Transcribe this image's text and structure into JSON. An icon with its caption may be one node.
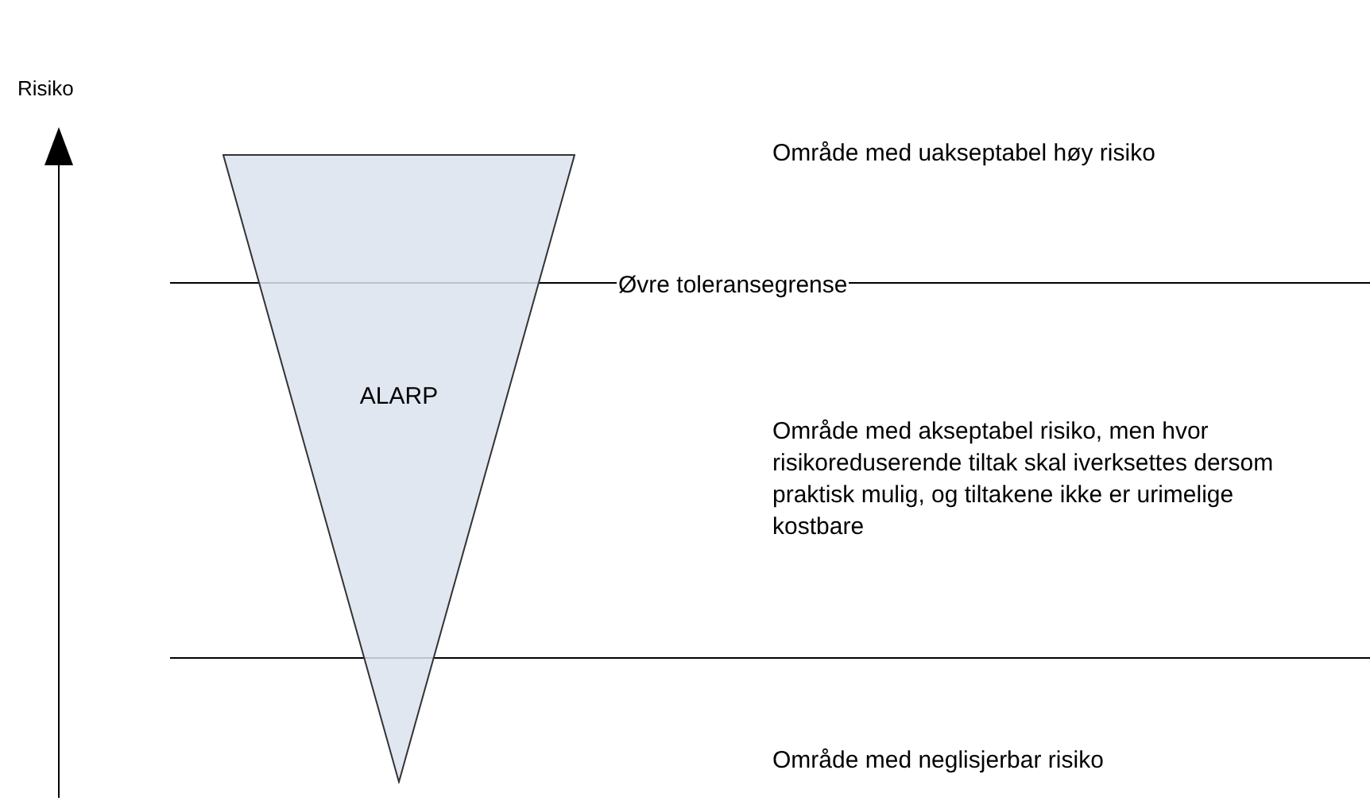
{
  "diagram": {
    "nodes": [
      {
        "text": [
          "ALARP"
        ]
      }
    ],
    "labels": [
      "Risiko",
      "Område med uakseptabel høy risiko",
      "Øvre toleransegrense",
      "Område med akseptabel risiko, men hvor risikoreduserende tiltak skal iverksettes dersom praktisk mulig, og tiltakene ikke er urimelige kostbare",
      "Område med neglisjerbar risiko"
    ]
  }
}
